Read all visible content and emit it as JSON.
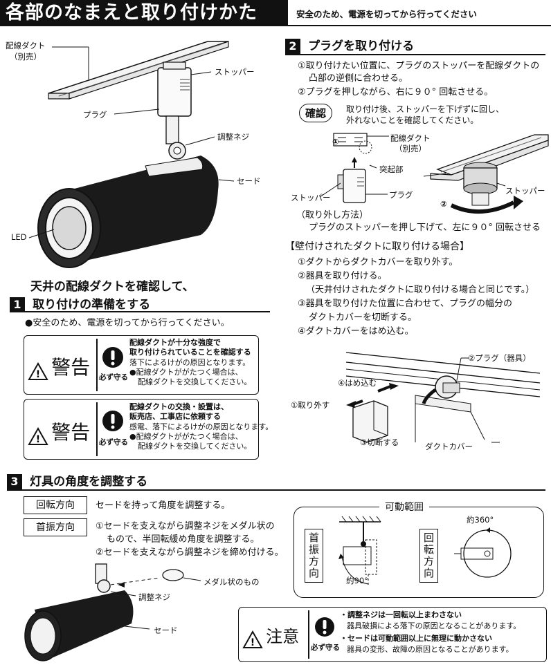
{
  "header": {
    "title": "各部のなまえと取り付けかた",
    "note": "安全のため、電源を切ってから行ってください"
  },
  "parts": {
    "duct": "配線ダクト",
    "duct_sub": "（別売）",
    "stopper": "ストッパー",
    "plug": "プラグ",
    "screw": "調整ネジ",
    "shade": "セード",
    "led": "LED"
  },
  "section1": {
    "num": "1",
    "title_line1": "天井の配線ダクトを確認して、",
    "title_line2": "取り付けの準備をする",
    "note": "●安全のため、電源を切ってから行ってください。",
    "warnings": [
      {
        "label": "警告",
        "must": "必ず守る",
        "head1": "配線ダクトが十分な強度で",
        "head2": "取り付けられていることを確認する",
        "sub": "落下によるけがの原因となります。",
        "bullet1": "●配線ダクトががたつく場合は、",
        "bullet2": "配線ダクトを交換してください。"
      },
      {
        "label": "警告",
        "must": "必ず守る",
        "head1": "配線ダクトの交換・設置は、",
        "head2": "販売店、工事店に依頼する",
        "sub": "感電、落下によるけがの原因となります。",
        "bullet1": "●配線ダクトががたつく場合は、",
        "bullet2": "配線ダクトを交換してください。"
      }
    ]
  },
  "section2": {
    "num": "2",
    "title": "プラグを取り付ける",
    "step1a": "①取り付けたい位置に、プラグのストッパーを配線ダクトの",
    "step1b": "凸部の逆側に合わせる。",
    "step2": "②プラグを押しながら、右に９０° 回転させる。",
    "confirm_label": "確認",
    "confirm1": "取り付け後、ストッパーを下げずに回し、",
    "confirm2": "外れないことを確認してください。",
    "diagram": {
      "duct": "配線ダクト",
      "duct_sub": "（別売）",
      "protrusion": "突起部",
      "stopper": "ストッパー",
      "plug": "プラグ",
      "stopper2": "ストッパー",
      "step1": "①",
      "step2": "②"
    },
    "removal_head": "（取り外し方法）",
    "removal": "プラグのストッパーを押し下げて、左に９０° 回転させる",
    "wall_head": "【壁付けされたダクトに取り付ける場合】",
    "wall_steps": [
      "①ダクトからダクトカバーを取り外す。",
      "②器具を取り付ける。",
      "（天井付けされたダクトに取り付ける場合と同じです。）",
      "③器具を取り付けた位置に合わせて、プラグの幅分の",
      "ダクトカバーを切断する。",
      "④ダクトカバーをはめ込む。"
    ],
    "wall_diagram": {
      "plug": "②プラグ（器具）",
      "insert": "④はめ込む",
      "remove": "①取り外す",
      "cut": "③切断する",
      "cover": "ダクトカバー"
    }
  },
  "section3": {
    "num": "3",
    "title": "灯具の角度を調整する",
    "rotation_tag": "回転方向",
    "rotation_text": "セードを持って角度を調整する。",
    "swing_tag": "首振方向",
    "swing1a": "①セードを支えながら調整ネジをメダル状の",
    "swing1b": "もので、半回転緩め角度を調整する。",
    "swing2": "②セードを支えながら調整ネジを締め付ける。",
    "medal": "メダル状のもの",
    "screw": "調整ネジ",
    "shade": "セード",
    "range": {
      "title": "可動範囲",
      "swing_label": "首振方向",
      "rotate_label": "回転方向",
      "swing_angle": "約90°",
      "rotate_angle": "約360°"
    },
    "caution": {
      "label": "注意",
      "must": "必ず守る",
      "h1": "・調整ネジは一回転以上まわさない",
      "s1": "器具破損による落下の原因となることがあります。",
      "h2": "・セードは可動範囲以上に無理に動かさない",
      "s2": "器具の変形、故障の原因となることがあります。"
    }
  }
}
